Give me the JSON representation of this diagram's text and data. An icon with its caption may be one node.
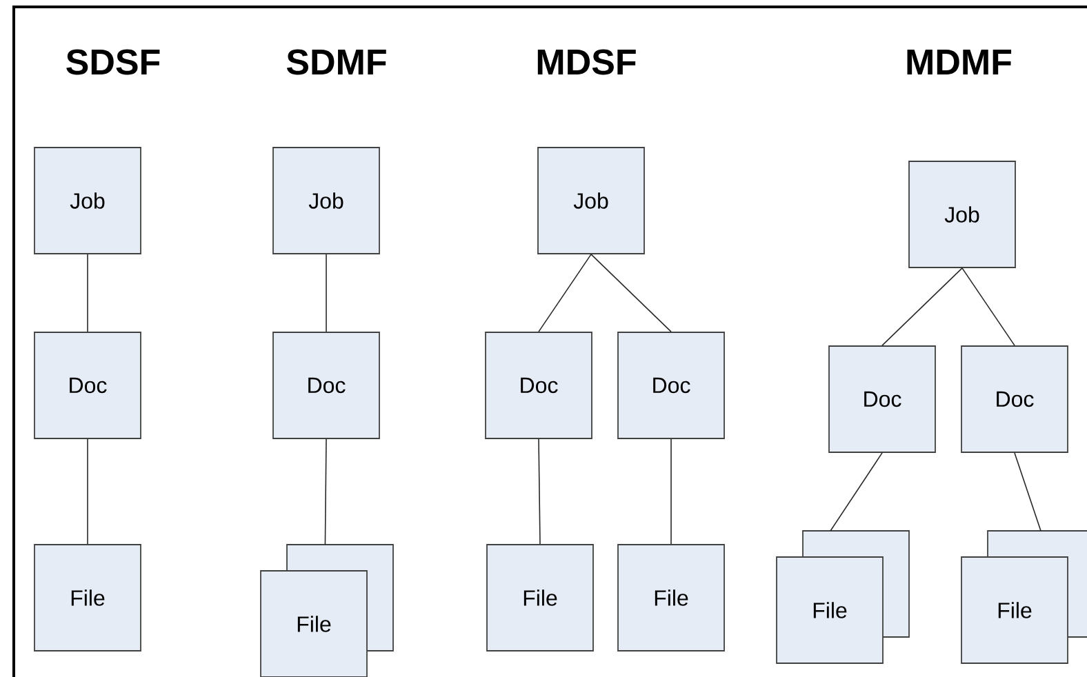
{
  "diagram": {
    "nodes": [
      {
        "text": [
          "Job"
        ]
      },
      {
        "text": [
          "Doc"
        ]
      },
      {
        "text": [
          "File"
        ]
      },
      {
        "text": [
          "Job"
        ]
      },
      {
        "text": [
          "Doc"
        ]
      },
      {
        "text": [
          "File"
        ]
      },
      {
        "text": [
          "Job"
        ]
      },
      {
        "text": [
          "Doc"
        ]
      },
      {
        "text": [
          "Doc"
        ]
      },
      {
        "text": [
          "File"
        ]
      },
      {
        "text": [
          "File"
        ]
      },
      {
        "text": [
          "Job"
        ]
      },
      {
        "text": [
          "Doc"
        ]
      },
      {
        "text": [
          "Doc"
        ]
      },
      {
        "text": [
          "File"
        ]
      },
      {
        "text": [
          "File"
        ]
      }
    ],
    "edges": [
      {
        "from": 0,
        "to": 1,
        "arrow": "none"
      },
      {
        "from": 1,
        "to": 2,
        "arrow": "none"
      },
      {
        "from": 3,
        "to": 4,
        "arrow": "none"
      },
      {
        "from": 4,
        "to": 5,
        "arrow": "none"
      },
      {
        "from": 6,
        "to": 7,
        "arrow": "none"
      },
      {
        "from": 6,
        "to": 8,
        "arrow": "none"
      },
      {
        "from": 7,
        "to": 9,
        "arrow": "none"
      },
      {
        "from": 8,
        "to": 10,
        "arrow": "none"
      },
      {
        "from": 11,
        "to": 12,
        "arrow": "none"
      },
      {
        "from": 11,
        "to": 13,
        "arrow": "none"
      },
      {
        "from": 12,
        "to": 14,
        "arrow": "none"
      },
      {
        "from": 13,
        "to": 15,
        "arrow": "none"
      }
    ],
    "labels": [
      "SDSF",
      "SDMF",
      "MDSF",
      "MDMF"
    ]
  }
}
